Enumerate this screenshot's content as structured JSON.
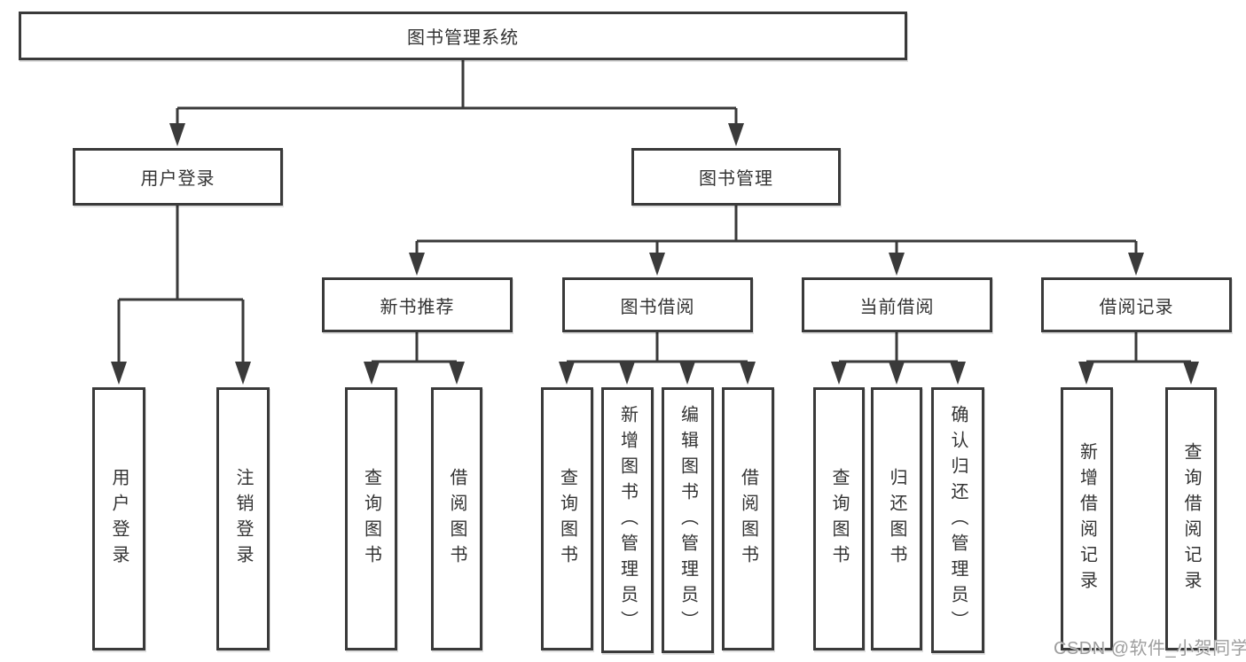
{
  "diagram": {
    "title_node": {
      "label": "图书管理系统"
    },
    "level2": {
      "user_login": {
        "label": "用户登录"
      },
      "book_management": {
        "label": "图书管理"
      }
    },
    "level3": {
      "new_book_recommendation": {
        "label": "新书推荐"
      },
      "book_borrowing": {
        "label": "图书借阅"
      },
      "current_borrowing": {
        "label": "当前借阅"
      },
      "borrowing_records": {
        "label": "借阅记录"
      }
    },
    "leaves": {
      "user_login": [
        "用户登录",
        "注销登录"
      ],
      "new_book_recommendation": [
        "查询图书",
        "借阅图书"
      ],
      "book_borrowing": [
        "查询图书",
        "新增图书（管理员）",
        "编辑图书（管理员）",
        "借阅图书"
      ],
      "current_borrowing": [
        "查询图书",
        "归还图书",
        "确认归还（管理员）"
      ],
      "borrowing_records": [
        "新增借阅记录",
        "查询借阅记录"
      ]
    }
  },
  "watermark": {
    "text": "CSDN @软件_小贺同学"
  },
  "colors": {
    "line": "#3a3a3a",
    "box-border": "#3a3a3a",
    "text": "#333333",
    "watermark": "#9e9e9e",
    "background": "#ffffff"
  }
}
